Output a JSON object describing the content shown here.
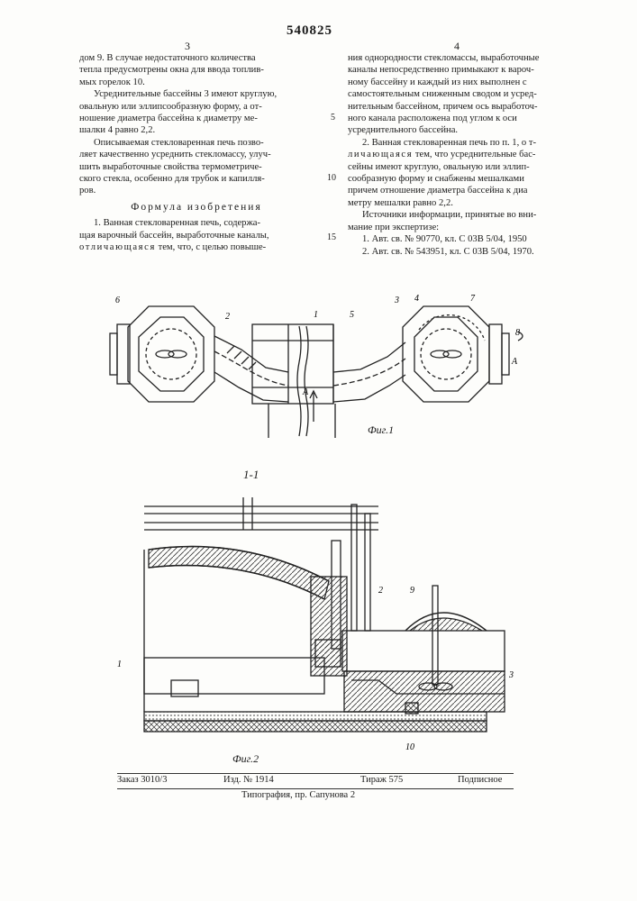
{
  "header": {
    "patent_number": "540825",
    "left_col_no": "3",
    "right_col_no": "4"
  },
  "left_column": {
    "lines": [
      "дом 9. В случае недостаточного количества",
      "тепла предусмотрены окна для ввода топлив-",
      "мых горелок 10."
    ],
    "para2": [
      "Усреднительные бассейны 3 имеют круглую,",
      "овальную или эллипсообразную форму, а от-",
      "ношение диаметра бассейна к диаметру ме-",
      "шалки 4 равно 2,2."
    ],
    "para3": [
      "Описываемая стекловаренная печь позво-",
      "ляет качественно усреднить стекломассу, улуч-",
      "шить выработочные свойства термометриче-",
      "ского стекла, особенно для трубок и капилля-",
      "ров."
    ],
    "heading": "Формула изобретения",
    "claim1": [
      "1. Ванная стекловаренная печь, содержа-",
      "щая варочный бассейн, выработочные каналы,"
    ],
    "claim1_spaced": "отличающаяся",
    "claim1_rest": " тем, что, с целью повыше-"
  },
  "right_column": {
    "lines": [
      "ния однородности стекломассы, выработочные",
      "каналы непосредственно примыкают к вароч-",
      "ному бассейну и каждый из них выполнен с",
      "самостоятельным сниженным сводом и усред-",
      "нительным бассейном, причем ось выработоч-",
      "ного канала расположена под углом к оси",
      "усреднительного бассейна."
    ],
    "claim2_first": "2. Ванная стекловаренная печь по п. 1, о т-",
    "claim2_spaced": "личающаяся",
    "claim2_rest": " тем, что усреднительные бас-",
    "claim2_lines": [
      "сейны имеют круглую, овальную или эллип-",
      "сообразную форму и снабжены мешалками",
      "причем отношение диаметра бассейна к диа",
      "метру мешалки равно 2,2."
    ],
    "sources": [
      "Источники информации, принятые во вни-",
      "мание при экспертизе:",
      "1. Авт. св. № 90770, кл. С 03В 5/04, 1950",
      "2. Авт. св. № 543951, кл. С 03В 5/04, 1970."
    ]
  },
  "line_numbers": [
    "5",
    "10",
    "15"
  ],
  "figure1": {
    "caption": "Фиг.1",
    "labels": [
      "1",
      "2",
      "3",
      "4",
      "5",
      "6",
      "7",
      "8",
      "А",
      "А"
    ]
  },
  "figure2": {
    "section_label": "1-1",
    "caption": "Фиг.2",
    "labels": [
      "1",
      "2",
      "3",
      "9",
      "10"
    ]
  },
  "footer": {
    "order": "Заказ 3010/3",
    "edition": "Изд. № 1914",
    "circulation": "Тираж 575",
    "subscription": "Подписное",
    "printer": "Типография, пр. Сапунова 2"
  }
}
